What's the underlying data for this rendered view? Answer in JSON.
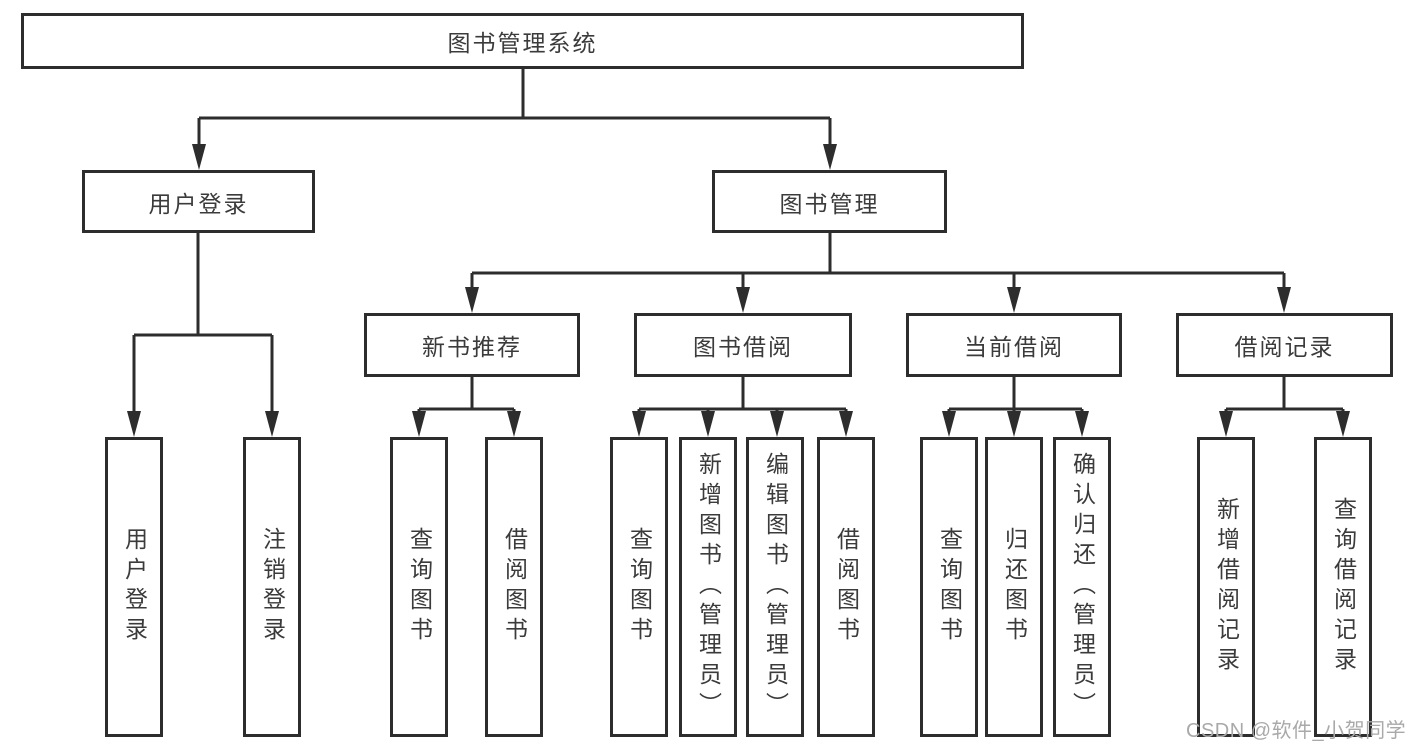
{
  "diagram": {
    "root": {
      "label": "图书管理系统"
    },
    "level1": [
      {
        "label": "用户登录"
      },
      {
        "label": "图书管理"
      }
    ],
    "level2": [
      {
        "label": "新书推荐"
      },
      {
        "label": "图书借阅"
      },
      {
        "label": "当前借阅"
      },
      {
        "label": "借阅记录"
      }
    ],
    "level3": [
      {
        "label": "用户登录"
      },
      {
        "label": "注销登录"
      },
      {
        "label": "查询图书"
      },
      {
        "label": "借阅图书"
      },
      {
        "label": "查询图书"
      },
      {
        "label": "新增图书（管理员）"
      },
      {
        "label": "编辑图书（管理员）"
      },
      {
        "label": "借阅图书"
      },
      {
        "label": "查询图书"
      },
      {
        "label": "归还图书"
      },
      {
        "label": "确认归还（管理员）"
      },
      {
        "label": "新增借阅记录"
      },
      {
        "label": "查询借阅记录"
      }
    ]
  },
  "watermark": {
    "text": "CSDN @软件_小贺同学"
  },
  "colors": {
    "line": "#2d2d2d",
    "text": "#3b3b3b",
    "watermark": "#a9a9a9",
    "background": "#ffffff"
  }
}
